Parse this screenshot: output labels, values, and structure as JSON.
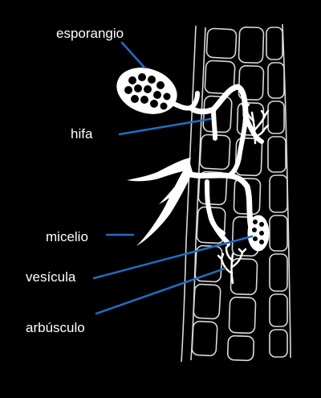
{
  "diagram": {
    "background_color": "#000000",
    "drawing_color": "#ffffff",
    "leader_line_color": "#1e6fc4",
    "labels": {
      "esporangio": "esporangio",
      "hifa": "hifa",
      "micelio": "micelio",
      "vesicula": "vesícula",
      "arbusculo": "arbúsculo"
    }
  }
}
